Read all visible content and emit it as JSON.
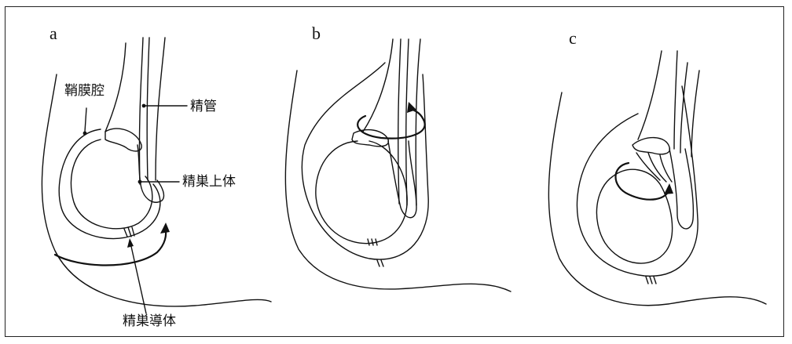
{
  "panels": {
    "a": {
      "letter": "a"
    },
    "b": {
      "letter": "b"
    },
    "c": {
      "letter": "c"
    }
  },
  "labels": {
    "tunica_cavity": "鞘膜腔",
    "vas_deferens": "精管",
    "epididymis": "精巣上体",
    "gubernaculum": "精巣導体"
  }
}
